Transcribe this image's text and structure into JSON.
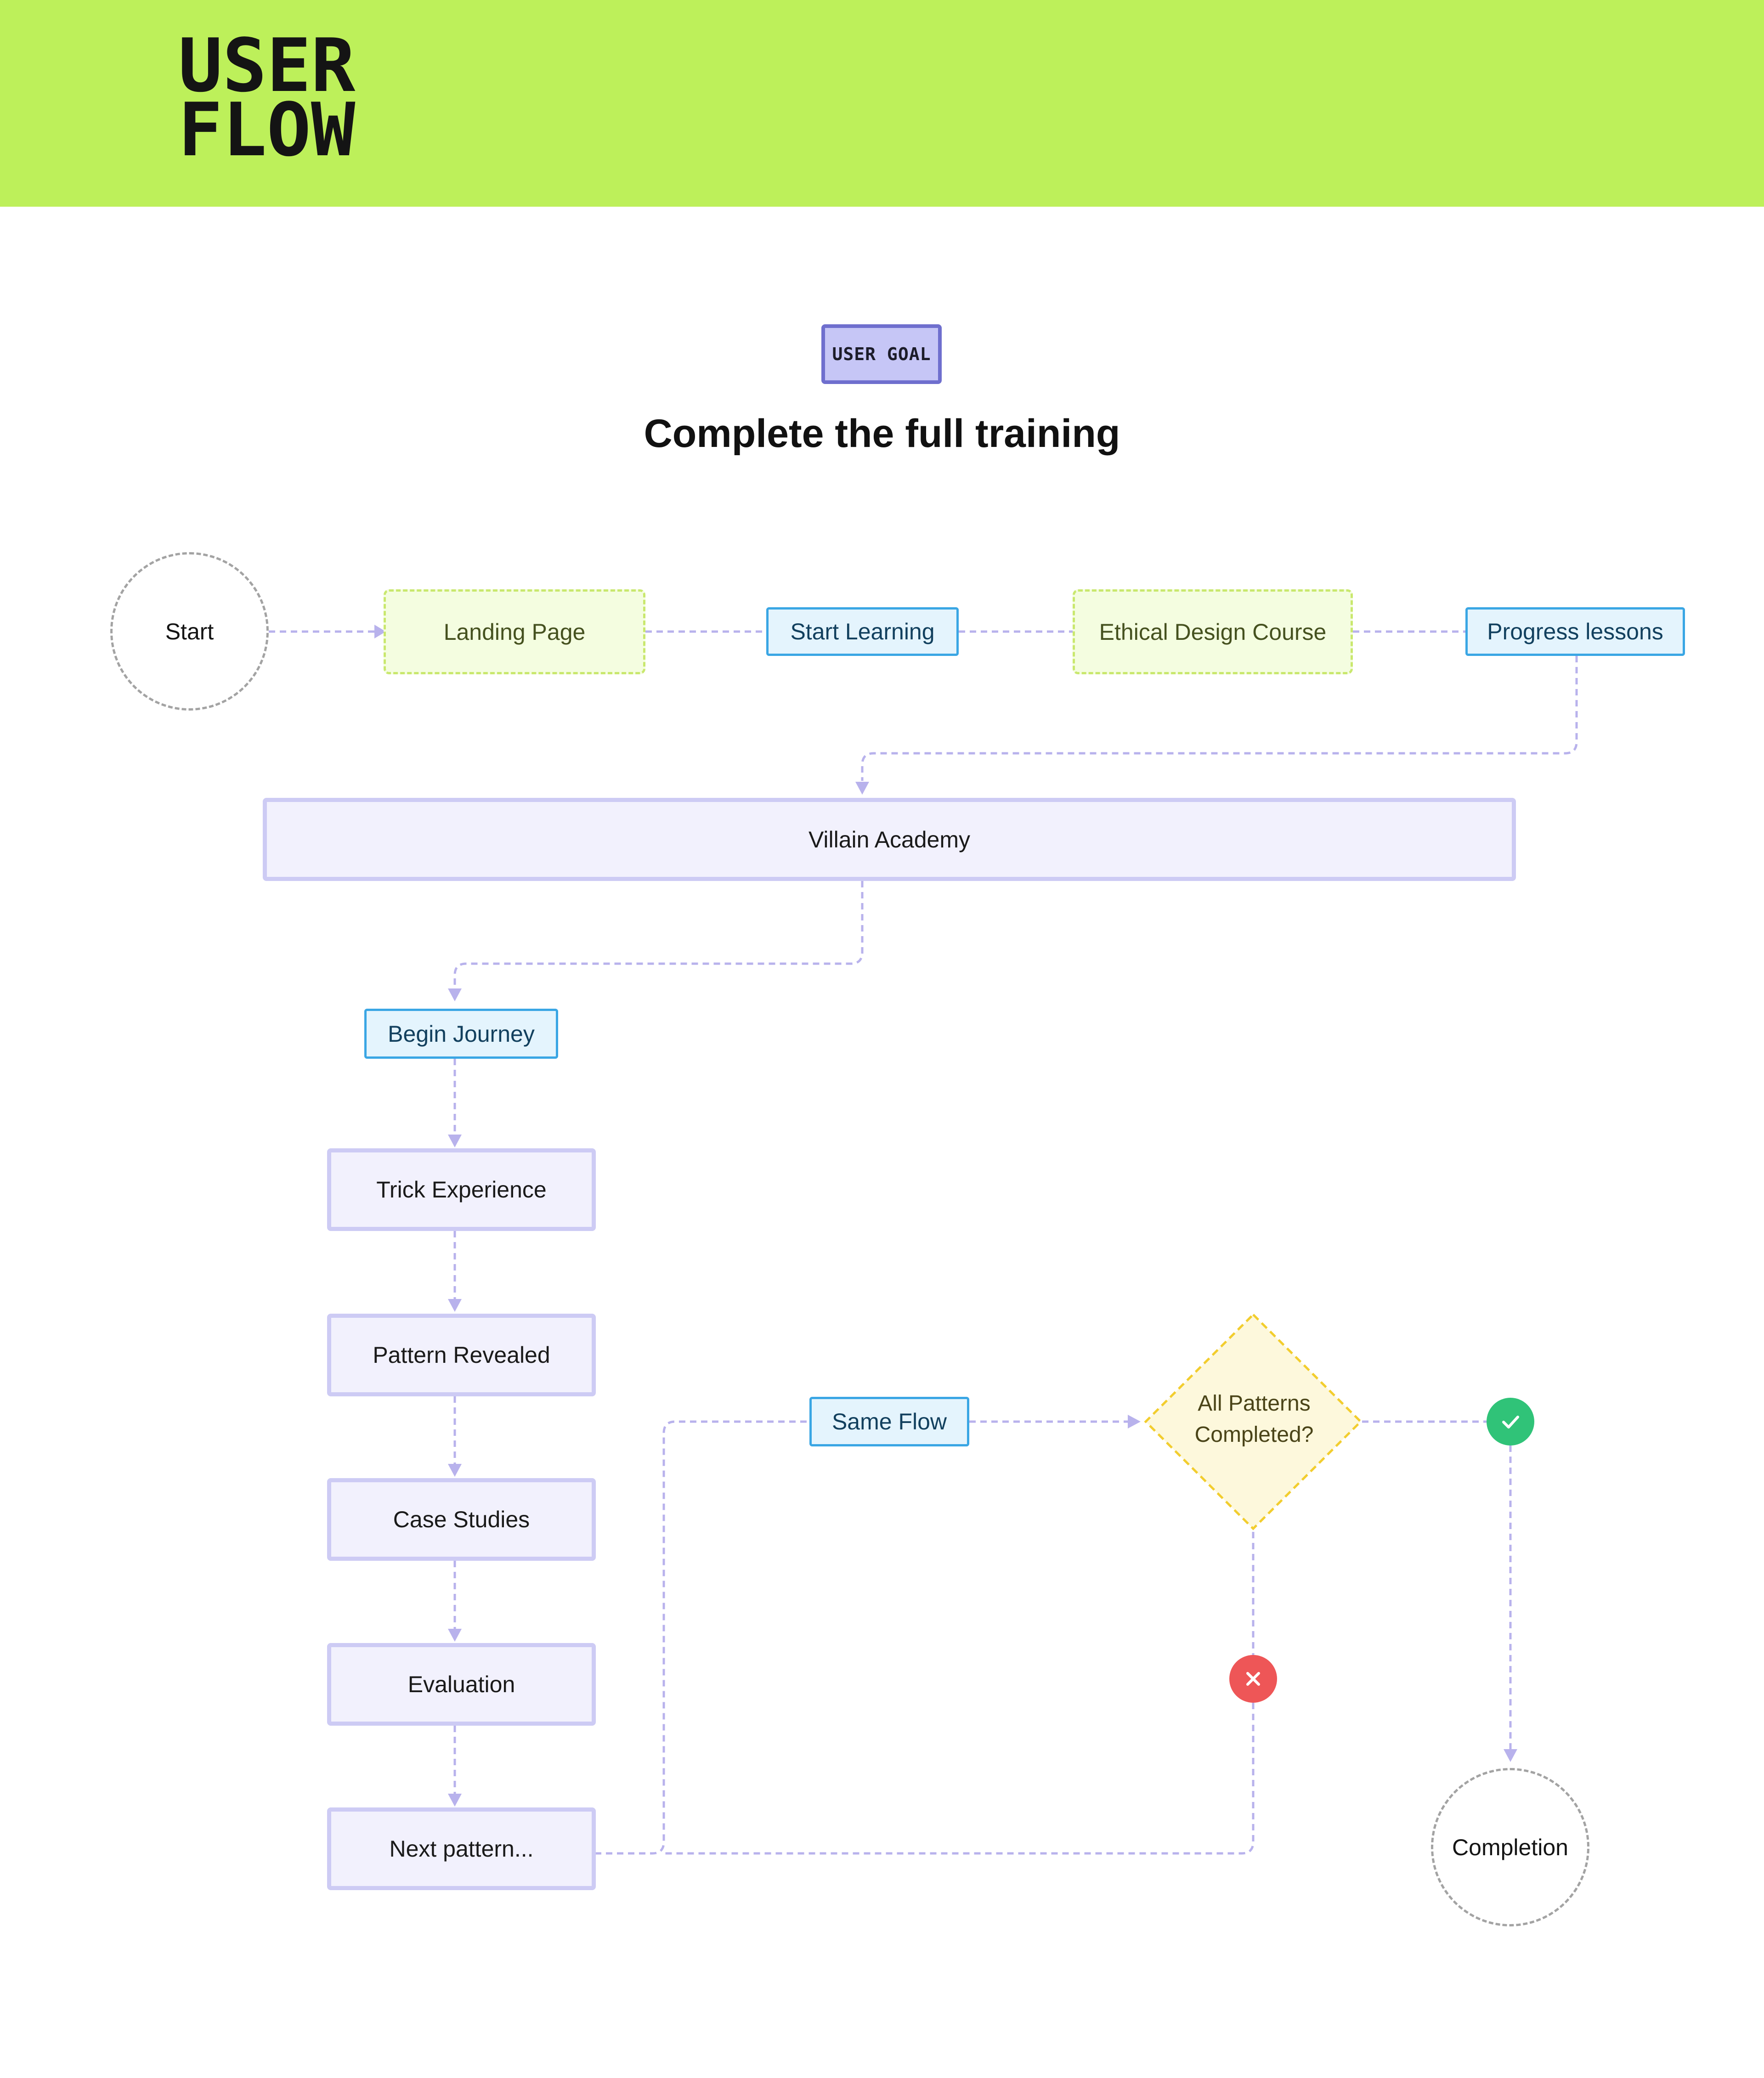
{
  "header": {
    "logo_line1": "USER",
    "logo_line2": "FLOW",
    "background": "#bdf05a"
  },
  "goal": {
    "badge": "USER GOAL",
    "title": "Complete the full training"
  },
  "nodes": {
    "start": "Start",
    "landing_page": "Landing Page",
    "start_learning": "Start Learning",
    "ethical_design_course": "Ethical Design Course",
    "progress_lessons": "Progress lessons",
    "villain_academy": "Villain Academy",
    "begin_journey": "Begin Journey",
    "trick_experience": "Trick Experience",
    "pattern_revealed": "Pattern Revealed",
    "case_studies": "Case Studies",
    "evaluation": "Evaluation",
    "next_pattern": "Next pattern...",
    "same_flow": "Same Flow",
    "decision_line1": "All Patterns",
    "decision_line2": "Completed?",
    "completion": "Completion"
  },
  "colors": {
    "connector": "#b8b2ec",
    "yes": "#30c378",
    "no": "#ee5657",
    "decision_fill": "#fdf8dc",
    "decision_border": "#f2cd2e"
  },
  "icons": {
    "yes": "check-icon",
    "no": "x-icon"
  }
}
